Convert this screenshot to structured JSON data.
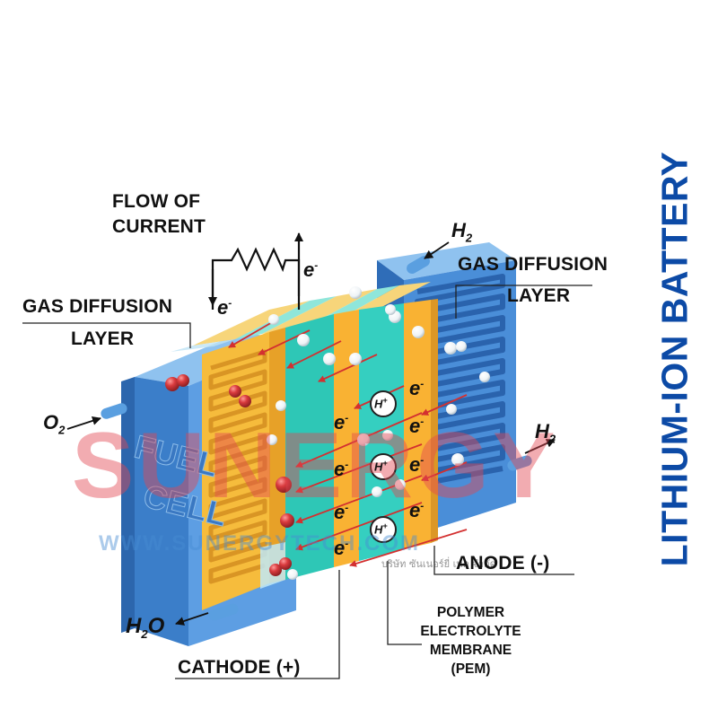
{
  "title": "LITHIUM-ION BATTERY",
  "labels": {
    "flow_line1": "FLOW OF",
    "flow_line2": "CURRENT",
    "gdl_left_line1": "GAS DIFFUSION",
    "gdl_left_line2": "LAYER",
    "gdl_right_line1": "GAS DIFFUSION",
    "gdl_right_line2": "LAYER",
    "anode": "ANODE (-)",
    "cathode": "CATHODE (+)",
    "pem_line1": "POLYMER",
    "pem_line2": "ELECTROLYTE",
    "pem_line3": "MEMBRANE",
    "pem_line4": "(PEM)"
  },
  "chemistry": {
    "electron": "e",
    "electron_charge": "-",
    "proton": "H",
    "proton_charge": "+",
    "h2_in": "H2",
    "h2_out": "H2",
    "o2_in": "O2",
    "h2o_out": "H2O"
  },
  "plate_text": {
    "line1": "FUEL",
    "line2": "CELL"
  },
  "watermark": {
    "brand": "SUNERGY",
    "url": "WWW.SUNERGYTECH.COM",
    "company": "บริษัท ซันเนอร์ยี่ เทค จำกัด"
  },
  "colors": {
    "title": "#0c4aa6",
    "plate": "#4a8ed8",
    "gdl": "#f5bd3d",
    "catalyst": "#2ec7b6",
    "membrane": "#35cfc0",
    "oxygen": "#d93b3e",
    "hydrogen": "#ffffff",
    "arrow": "#d33030"
  }
}
